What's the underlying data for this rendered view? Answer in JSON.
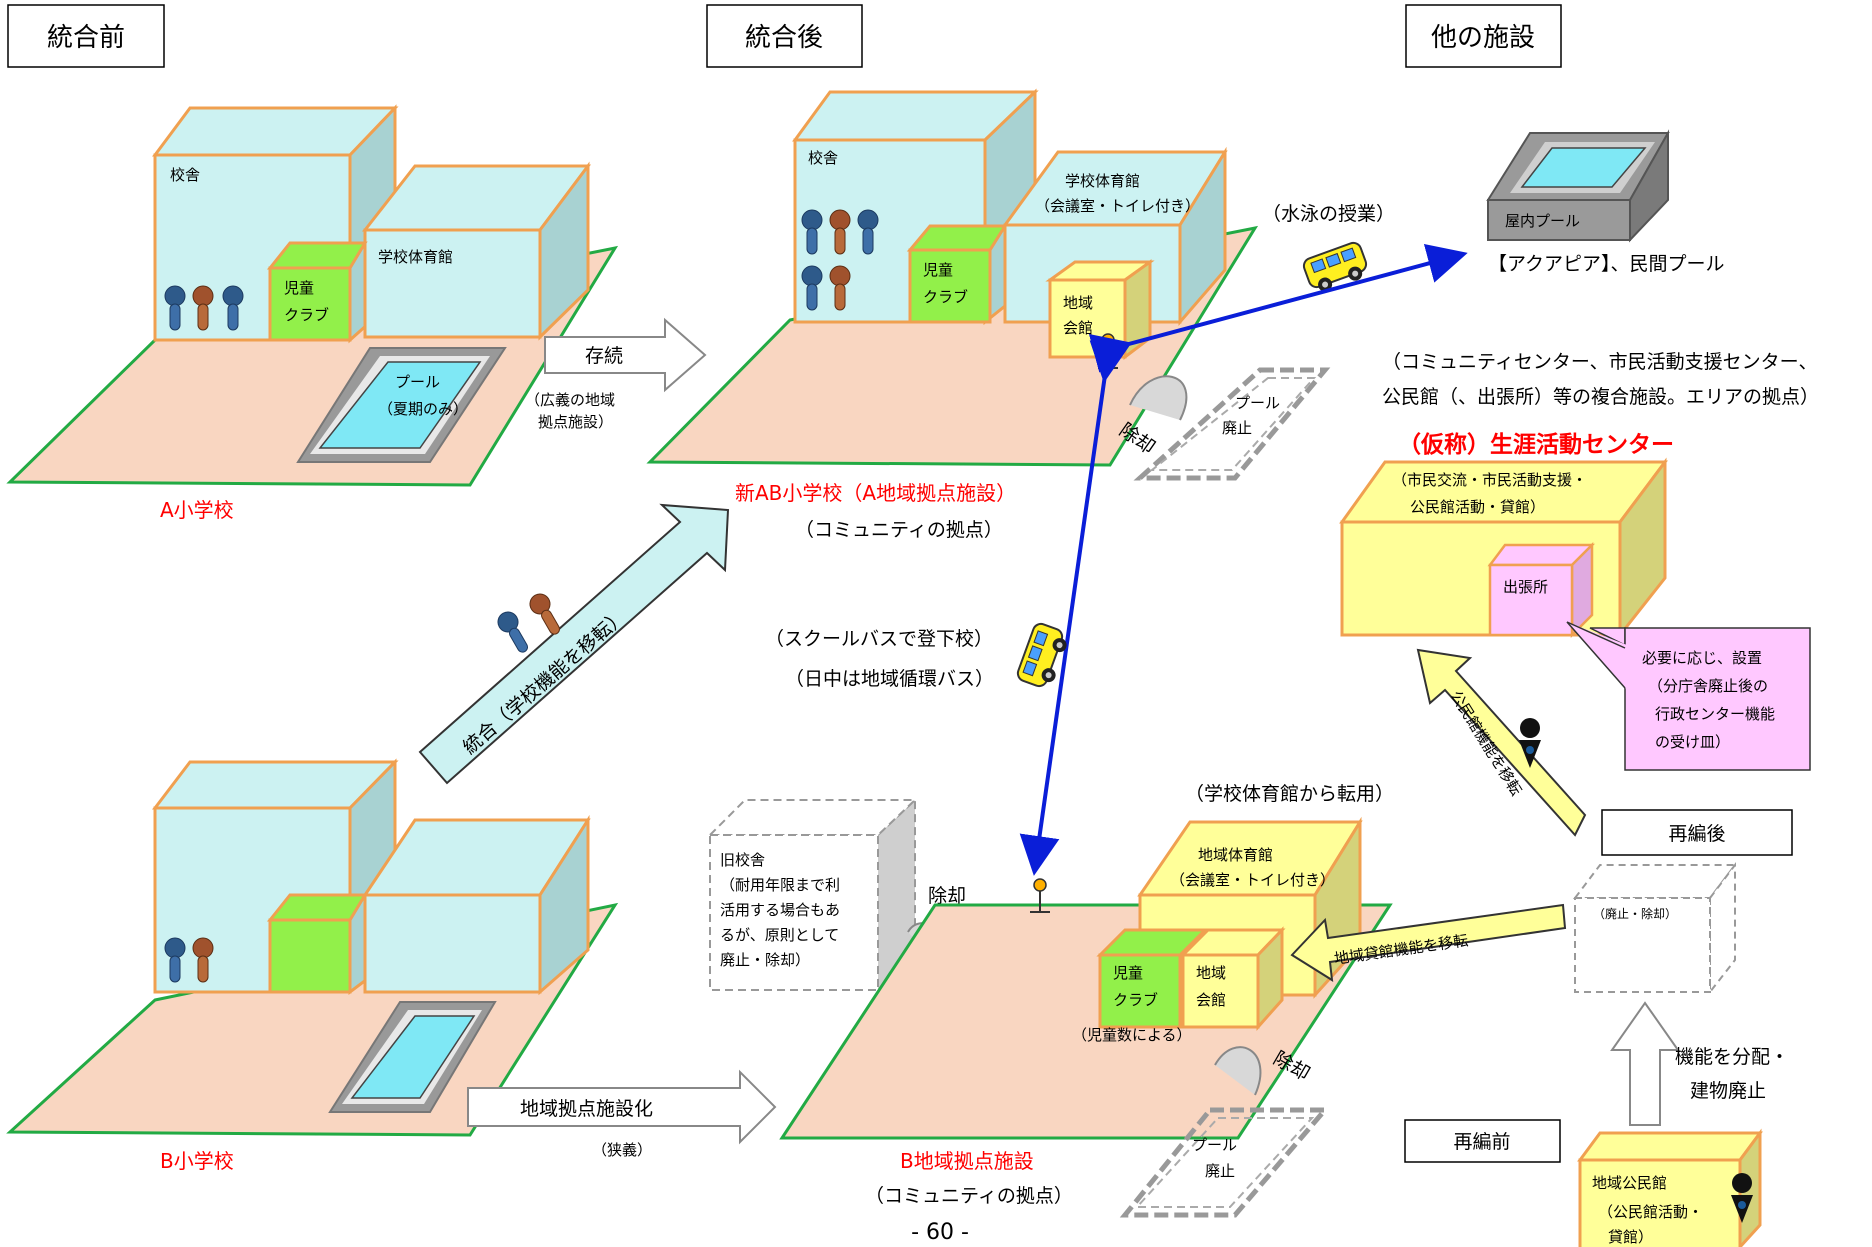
{
  "headers": {
    "before": "統合前",
    "after": "統合後",
    "other": "他の施設"
  },
  "school_a": {
    "name": "A小学校",
    "kousha": "校舎",
    "gym": "学校体育館",
    "club": [
      "児童",
      "クラブ"
    ],
    "pool": [
      "プール",
      "（夏期のみ）"
    ]
  },
  "school_b": {
    "name": "B小学校"
  },
  "arrow_survive": {
    "label": "存続",
    "note": [
      "（広義の地域",
      "拠点施設）"
    ]
  },
  "arrow_integrate": {
    "label": "統合（学校機能を移転）"
  },
  "arrow_base": {
    "label": "地域拠点施設化",
    "note": "（狭義）"
  },
  "new_ab": {
    "kousha": "校舎",
    "gym": [
      "学校体育館",
      "（会議室・トイレ付き）"
    ],
    "club": [
      "児童",
      "クラブ"
    ],
    "hall": [
      "地域",
      "会館"
    ],
    "name": "新AB小学校（A地域拠点施設）",
    "sub": "（コミュニティの拠点）"
  },
  "swim": "（水泳の授業）",
  "pool_ext": "【アクアピア】、民間プール",
  "indoor_pool": "屋内プール",
  "demolish": "除却",
  "pool_abolished": [
    "プール",
    "廃止"
  ],
  "bus": [
    "（スクールバスで登下校）",
    "（日中は地域循環バス）"
  ],
  "complex": [
    "（コミュニティセンター、市民活動支援センター、",
    "公民館（、出張所）等の複合施設。エリアの拠点）"
  ],
  "center": {
    "name": "（仮称）生涯活動センター",
    "desc": [
      "（市民交流・市民活動支援・",
      "公民館活動・貸館）"
    ],
    "branch": "出張所"
  },
  "callout": [
    "必要に応じ、設置",
    "（分庁舎廃止後の",
    "行政センター機能",
    "の受け皿）"
  ],
  "arrow_kominkan": "公民館機能を移転",
  "after_reorg": "再編後",
  "before_reorg": "再編前",
  "abolished_box": "（廃止・除却）",
  "arrow_rent": "地域貸館機能を移転",
  "arrow_distribute": [
    "機能を分配・",
    "建物廃止"
  ],
  "local_kominkan": [
    "地域公民館",
    "（公民館活動・",
    "貸館）"
  ],
  "gym_convert": "（学校体育館から転用）",
  "b_base": {
    "gym": [
      "地域体育館",
      "（会議室・トイレ付き）"
    ],
    "club": [
      "児童",
      "クラブ"
    ],
    "hall": [
      "地域",
      "会館"
    ],
    "children_note": "（児童数による）",
    "name": "B地域拠点施設",
    "sub": "（コミュニティの拠点）"
  },
  "old_school": [
    "旧校舎",
    "（耐用年限まで利",
    "活用する場合もあ",
    "るが、原則として",
    "廃止・除却）"
  ],
  "page": "- 60 -",
  "colors": {
    "ground": "#f9d6c1",
    "green": "#22aa44",
    "building": "#ccf2f2",
    "building_side": "#a8d2d2",
    "orange": "#f0a050",
    "club": "#92f04a",
    "yellow": "#ffff99",
    "yellow_side": "#d4d27a",
    "pink": "#ffc8ff",
    "blue_arrow": "#0a1ed8",
    "red": "#ff0000"
  }
}
